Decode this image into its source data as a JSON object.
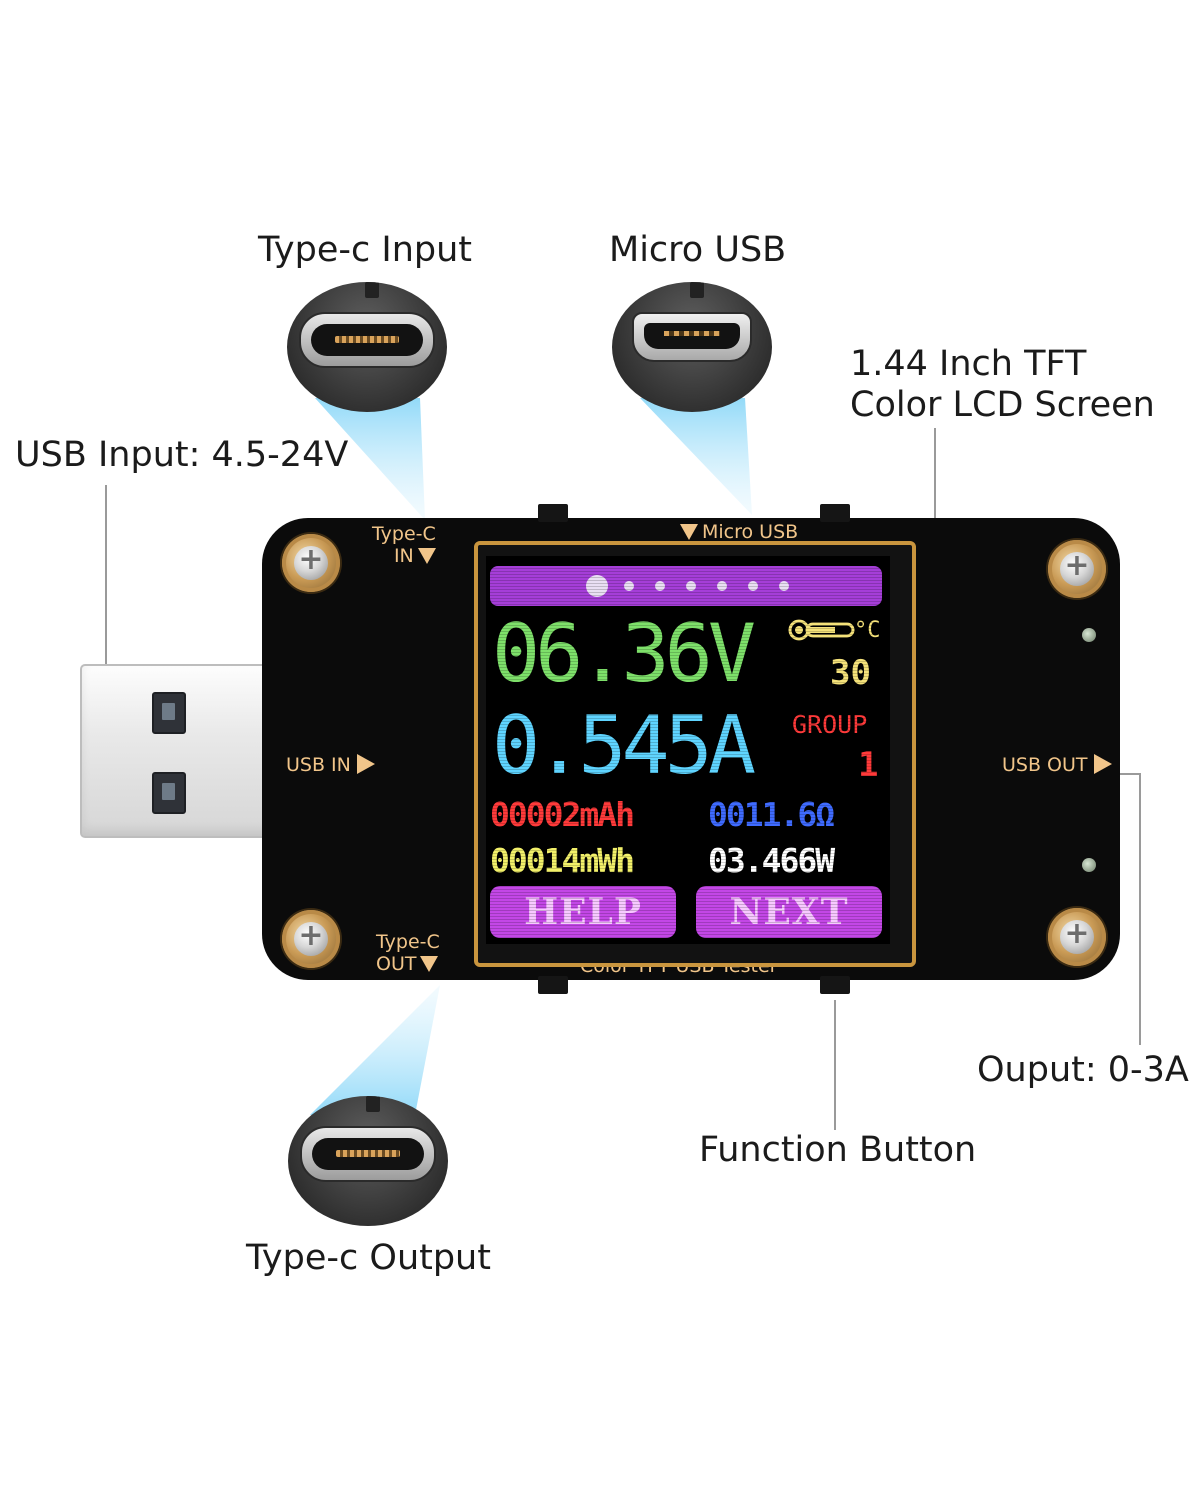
{
  "callouts": {
    "type_c_input": "Type-c Input",
    "micro_usb": "Micro USB",
    "screen_line1": "1.44 Inch TFT",
    "screen_line2": "Color LCD Screen",
    "usb_input": "USB Input: 4.5-24V",
    "output": "Ouput: 0-3A",
    "function_button": "Function Button",
    "type_c_output": "Type-c Output"
  },
  "board": {
    "type_c_in_l1": "Type-C",
    "type_c_in_l2": "IN",
    "micro_usb": "Micro USB",
    "usb_in": "USB IN",
    "usb_out": "USB OUT",
    "type_c_out_l1": "Type-C",
    "type_c_out_l2": "OUT",
    "bottom_label": "Color TFT USB Tester"
  },
  "lcd": {
    "voltage": "06.36V",
    "temp_unit": "°C",
    "temperature": "30",
    "current": "0.545A",
    "group_label": "GROUP",
    "group_value": "1",
    "capacity": "00002mAh",
    "resistance": "0011.6Ω",
    "energy": "00014mWh",
    "power": "03.466W",
    "help_button": "HELP",
    "next_button": "NEXT"
  },
  "colors": {
    "voltage": "#7ee06a",
    "current": "#5fd4ff",
    "capacity": "#ff3a3a",
    "resistance": "#3f6bff",
    "energy": "#f2f06a",
    "power": "#ffffff",
    "temperature": "#f5e27a",
    "group": "#ff3a3a",
    "lcd_button": "#c347e6",
    "silkscreen": "#f1c58a",
    "pcb": "#0b0b0b"
  }
}
